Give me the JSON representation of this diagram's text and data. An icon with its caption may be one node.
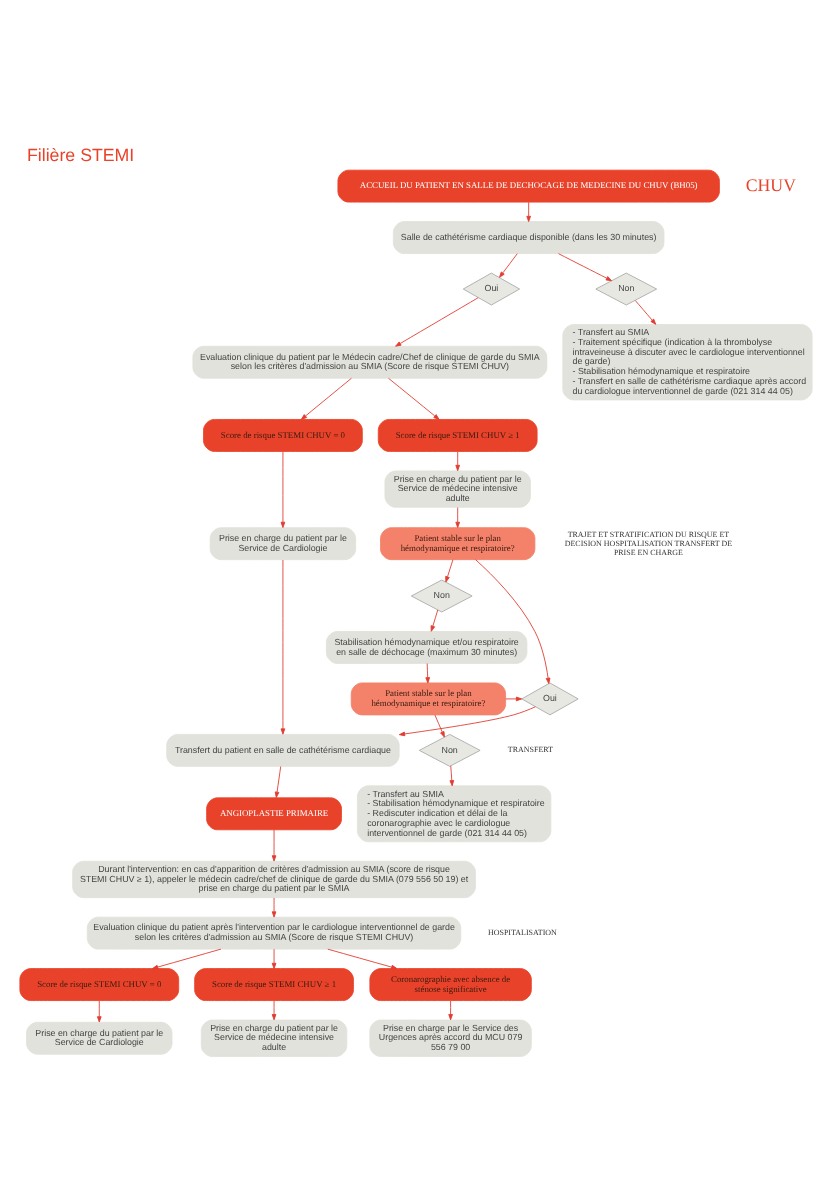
{
  "diagram": {
    "title": "Filière STEMI",
    "nodes": [
      {
        "text": [
          "ACCUEIL DU PATIENT EN SALLE DE DECHOCAGE DE MEDECINE DU CHUV (BH05)"
        ]
      },
      {
        "text": [
          "Salle de cathétérisme cardiaque disponible (dans les 30 minutes)"
        ]
      },
      {
        "text": [
          "Oui"
        ]
      },
      {
        "text": [
          "Non"
        ]
      },
      {
        "text": [
          "- Transfert au SMIA",
          "- Traitement spécifique (indication à la thrombolyse intraveineuse à discuter avec le cardiologue interventionnel de garde)",
          "- Stabilisation hémodynamique et respiratoire",
          "- Transfert en salle de cathétérisme cardiaque après accord du cardiologue interventionnel de garde (021 314 44 05)"
        ]
      },
      {
        "text": [
          "Evaluation clinique du patient par le Médecin cadre/Chef de clinique de garde du SMIA selon les critères d'admission au SMIA (Score de risque STEMI CHUV)"
        ]
      },
      {
        "text": [
          "Score de risque STEMI CHUV = 0"
        ]
      },
      {
        "text": [
          "Score de risque STEMI CHUV ≥ 1"
        ]
      },
      {
        "text": [
          "Prise en charge du patient par le Service de Cardiologie"
        ]
      },
      {
        "text": [
          "Prise en charge du patient par le Service de médecine intensive adulte"
        ]
      },
      {
        "text": [
          "Patient stable sur le plan hémodynamique et respiratoire?"
        ]
      },
      {
        "text": [
          "Non"
        ]
      },
      {
        "text": [
          "Stabilisation hémodynamique et/ou respiratoire en salle de déchocage (maximum 30 minutes)"
        ]
      },
      {
        "text": [
          "Patient stable sur le plan hémodynamique et respiratoire?"
        ]
      },
      {
        "text": [
          "Oui"
        ]
      },
      {
        "text": [
          "Non"
        ]
      },
      {
        "text": [
          "- Transfert au SMIA",
          "- Stabilisation hémodynamique et respiratoire",
          "- Rediscuter indication et délai de la coronarographie avec le cardiologue interventionnel de garde (021 314 44 05)"
        ]
      },
      {
        "text": [
          "Transfert du patient en salle de cathétérisme cardiaque"
        ]
      },
      {
        "text": [
          "ANGIOPLASTIE PRIMAIRE"
        ]
      },
      {
        "text": [
          "Durant l'intervention: en cas d'apparition de critères d'admission au SMIA (score de risque STEMI CHUV ≥ 1), appeler le médecin cadre/chef de clinique de garde du SMIA (079 556 50 19) et prise en charge du patient par le SMIA"
        ]
      },
      {
        "text": [
          "Evaluation clinique du patient après l'intervention par le cardiologue interventionnel de garde selon les critères d'admission au SMIA (Score de risque STEMI CHUV)"
        ]
      },
      {
        "text": [
          "Score de risque STEMI CHUV = 0"
        ]
      },
      {
        "text": [
          "Score de risque STEMI CHUV ≥ 1"
        ]
      },
      {
        "text": [
          "Coronarographie avec absence de sténose significative"
        ]
      },
      {
        "text": [
          "Prise en charge du patient par le Service de Cardiologie"
        ]
      },
      {
        "text": [
          "Prise en charge du patient par le Service de médecine intensive adulte"
        ]
      },
      {
        "text": [
          "Prise en charge par le Service des Urgences après accord du MCU 079 556 79 00"
        ]
      }
    ],
    "edges": [
      {
        "from": 0,
        "to": 1,
        "arrow": "to"
      },
      {
        "from": 1,
        "to": 2,
        "arrow": "to"
      },
      {
        "from": 1,
        "to": 3,
        "arrow": "to"
      },
      {
        "from": 3,
        "to": 4,
        "arrow": "to"
      },
      {
        "from": 2,
        "to": 5,
        "arrow": "to"
      },
      {
        "from": 5,
        "to": 6,
        "arrow": "to"
      },
      {
        "from": 5,
        "to": 7,
        "arrow": "to"
      },
      {
        "from": 6,
        "to": 8,
        "arrow": "to"
      },
      {
        "from": 7,
        "to": 9,
        "arrow": "to"
      },
      {
        "from": 9,
        "to": 10,
        "arrow": "to"
      },
      {
        "from": 10,
        "to": 11,
        "arrow": "to"
      },
      {
        "from": 11,
        "to": 12,
        "arrow": "to"
      },
      {
        "from": 12,
        "to": 13,
        "arrow": "to"
      },
      {
        "from": 10,
        "to": 14,
        "arrow": "to"
      },
      {
        "from": 13,
        "to": 14,
        "arrow": "to"
      },
      {
        "from": 13,
        "to": 15,
        "arrow": "to"
      },
      {
        "from": 15,
        "to": 16,
        "arrow": "to"
      },
      {
        "from": 8,
        "to": 17,
        "arrow": "to"
      },
      {
        "from": 14,
        "to": 17,
        "arrow": "to"
      },
      {
        "from": 17,
        "to": 18,
        "arrow": "to"
      },
      {
        "from": 18,
        "to": 19,
        "arrow": "to"
      },
      {
        "from": 19,
        "to": 20,
        "arrow": "to"
      },
      {
        "from": 20,
        "to": 21,
        "arrow": "to"
      },
      {
        "from": 20,
        "to": 22,
        "arrow": "to"
      },
      {
        "from": 20,
        "to": 23,
        "arrow": "to"
      },
      {
        "from": 21,
        "to": 24,
        "arrow": "to"
      },
      {
        "from": 22,
        "to": 25,
        "arrow": "to"
      },
      {
        "from": 23,
        "to": 26,
        "arrow": "to"
      }
    ],
    "labels": [
      "CHUV",
      "TRAJET ET STRATIFICATION DU RISQUE ET DECISION HOSPITALISATION TRANSFERT DE PRISE EN CHARGE",
      "TRANSFERT",
      "HOSPITALISATION"
    ]
  }
}
